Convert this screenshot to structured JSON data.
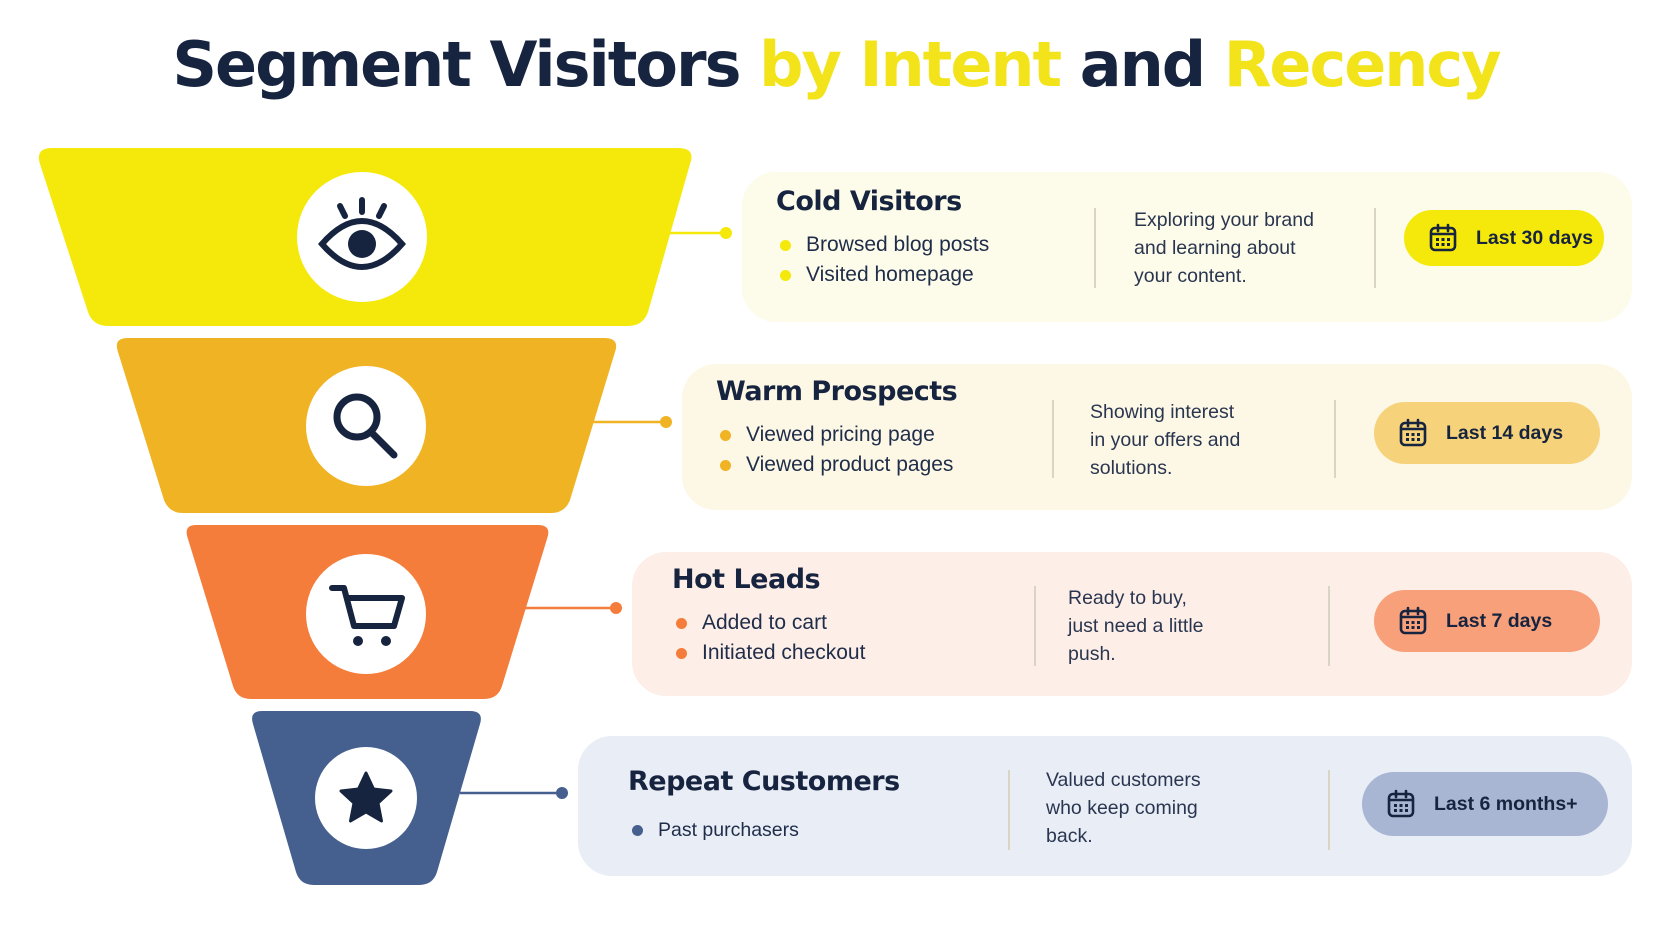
{
  "title": {
    "part1": "Segment Visitors ",
    "part2": "by Intent",
    "part3": " and ",
    "part4": "Recency"
  },
  "colors": {
    "yellow": "#f5e90b",
    "gold": "#efb324",
    "orange": "#f57d3b",
    "navy": "#45608f",
    "ink": "#16243f"
  },
  "segments": [
    {
      "icon": "eye-icon",
      "title": "Cold Visitors",
      "bullets": [
        "Browsed blog posts",
        "Visited homepage"
      ],
      "description": [
        "Exploring your brand",
        "and learning about",
        "your content."
      ],
      "recency": "Last 30 days"
    },
    {
      "icon": "magnifier-icon",
      "title": "Warm Prospects",
      "bullets": [
        "Viewed pricing page",
        "Viewed product pages"
      ],
      "description": [
        "Showing interest",
        "in your offers and",
        "solutions."
      ],
      "recency": "Last 14 days"
    },
    {
      "icon": "cart-icon",
      "title": "Hot Leads",
      "bullets": [
        "Added to cart",
        "Initiated checkout"
      ],
      "description": [
        "Ready to buy,",
        "just need a little",
        "push."
      ],
      "recency": "Last 7 days"
    },
    {
      "icon": "star-icon",
      "title": "Repeat Customers",
      "bullets": [
        "Past purchasers"
      ],
      "description": [
        "Valued customers",
        "who keep coming",
        "back."
      ],
      "recency": "Last 6 months+"
    }
  ]
}
